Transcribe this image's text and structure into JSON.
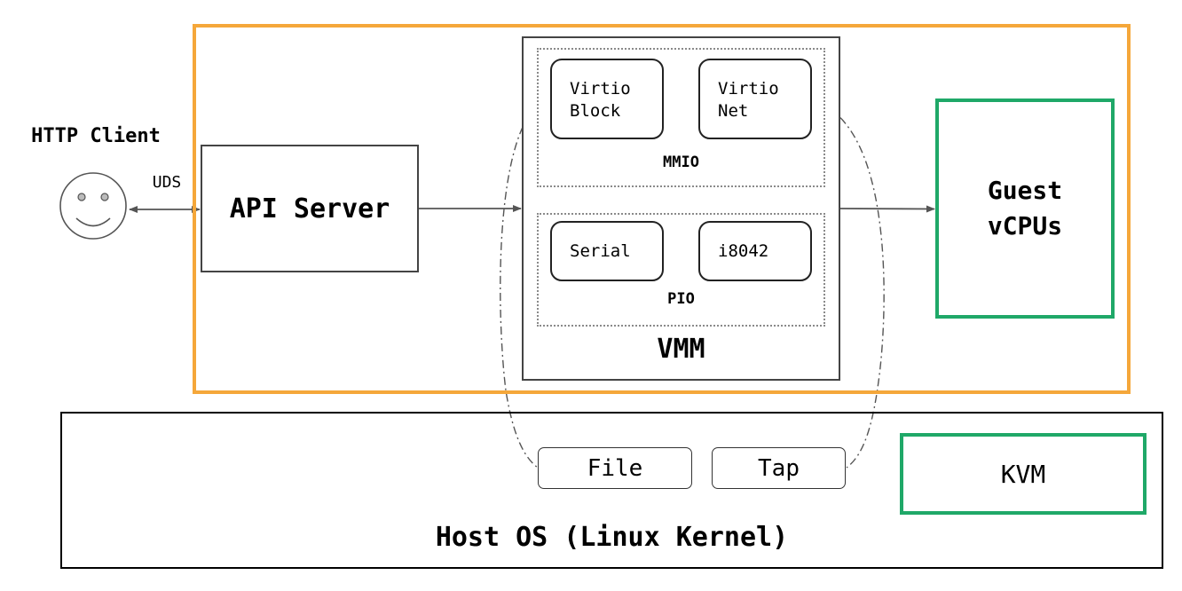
{
  "client": {
    "label": "HTTP Client",
    "link_label": "UDS",
    "icon": "smiley-face-icon"
  },
  "api_server": {
    "label": "API Server"
  },
  "vmm": {
    "label": "VMM",
    "mmio": {
      "label": "MMIO",
      "devices": [
        {
          "line1": "Virtio",
          "line2": "Block"
        },
        {
          "line1": "Virtio",
          "line2": "Net"
        }
      ]
    },
    "pio": {
      "label": "PIO",
      "devices": [
        {
          "line1": "Serial"
        },
        {
          "line1": "i8042"
        }
      ]
    }
  },
  "guest": {
    "line1": "Guest",
    "line2": "vCPUs"
  },
  "host": {
    "label": "Host OS (Linux Kernel)",
    "resources": [
      "File",
      "Tap"
    ],
    "kvm": "KVM"
  },
  "colors": {
    "process_border": "#f5a73a",
    "guest_border": "#1fa868",
    "kvm_border": "#1fa868",
    "box_border": "#444444",
    "arrow": "#555555",
    "dotted": "#8a8a8a"
  }
}
